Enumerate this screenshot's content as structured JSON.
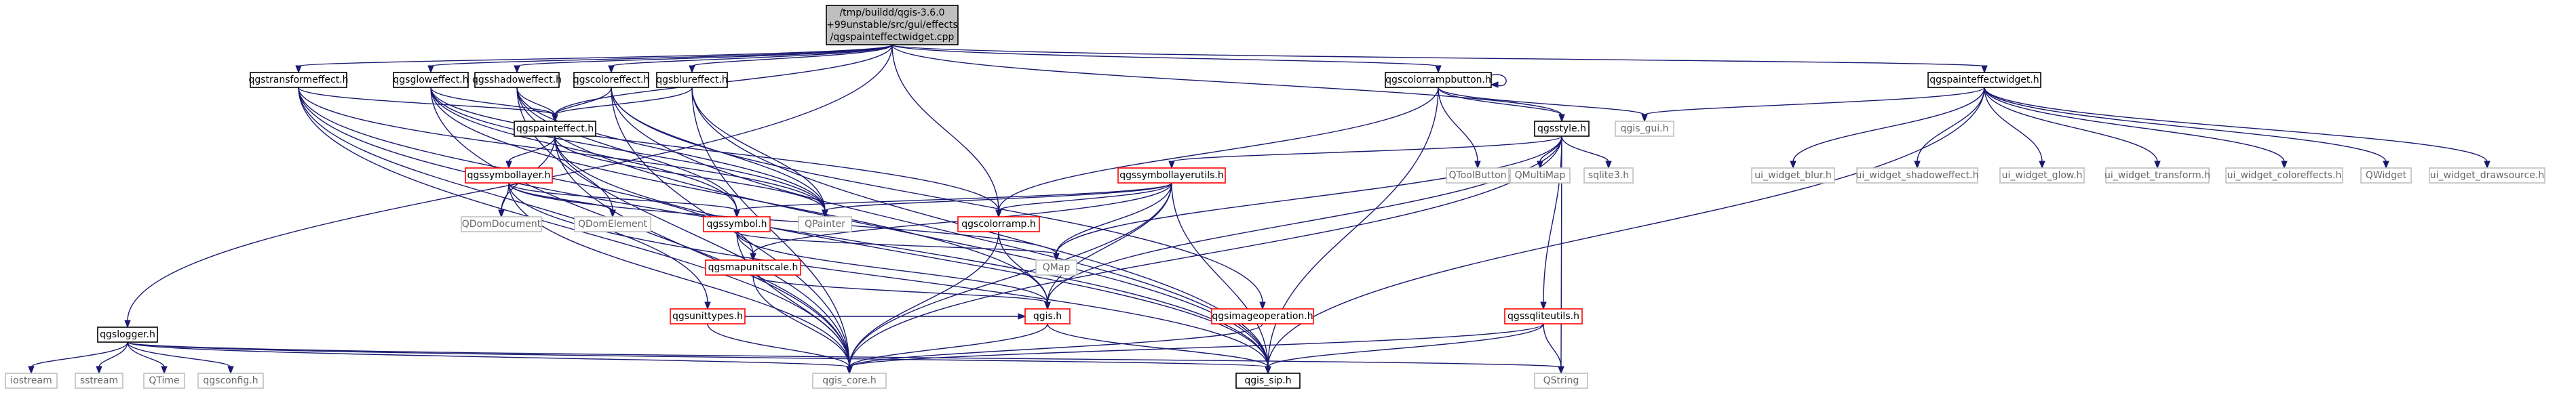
{
  "graph": {
    "colors": {
      "edge": "#191970",
      "normal_border": "#000000",
      "incomplete_border": "#ff0000",
      "system_border": "#bfbfbf",
      "system_text": "#666666",
      "root_fill": "#bfbfbf",
      "node_fill": "#ffffff"
    },
    "nodes": [
      {
        "id": "root",
        "kind": "root",
        "lines": [
          "/tmp/buildd/qgis-3.6.0",
          "+99unstable/src/gui/effects",
          "/qgspainteffectwidget.cpp"
        ]
      },
      {
        "id": "qgslogger",
        "kind": "normal",
        "lines": [
          "qgslogger.h"
        ]
      },
      {
        "id": "qgstransformeffect",
        "kind": "normal",
        "lines": [
          "qgstransformeffect.h"
        ]
      },
      {
        "id": "qgsgloweffect",
        "kind": "normal",
        "lines": [
          "qgsgloweffect.h"
        ]
      },
      {
        "id": "qgsshadoweffect",
        "kind": "normal",
        "lines": [
          "qgsshadoweffect.h"
        ]
      },
      {
        "id": "qgscoloreffect",
        "kind": "normal",
        "lines": [
          "qgscoloreffect.h"
        ]
      },
      {
        "id": "qgsblureffect",
        "kind": "normal",
        "lines": [
          "qgsblureffect.h"
        ]
      },
      {
        "id": "qgscolorrampbutton",
        "kind": "normal",
        "lines": [
          "qgscolorrampbutton.h"
        ]
      },
      {
        "id": "qgspainteffectwidget",
        "kind": "normal",
        "lines": [
          "qgspainteffectwidget.h"
        ]
      },
      {
        "id": "qgspainteffect",
        "kind": "normal",
        "lines": [
          "qgspainteffect.h"
        ]
      },
      {
        "id": "qgsstyle",
        "kind": "normal",
        "lines": [
          "qgsstyle.h"
        ]
      },
      {
        "id": "qgs_gui",
        "kind": "system",
        "lines": [
          "qgis_gui.h"
        ]
      },
      {
        "id": "qtoolbutton",
        "kind": "system",
        "lines": [
          "QToolButton"
        ]
      },
      {
        "id": "ui_blur",
        "kind": "system",
        "lines": [
          "ui_widget_blur.h"
        ]
      },
      {
        "id": "ui_shadow",
        "kind": "system",
        "lines": [
          "ui_widget_shadoweffect.h"
        ]
      },
      {
        "id": "ui_glow",
        "kind": "system",
        "lines": [
          "ui_widget_glow.h"
        ]
      },
      {
        "id": "ui_transform",
        "kind": "system",
        "lines": [
          "ui_widget_transform.h"
        ]
      },
      {
        "id": "ui_color",
        "kind": "system",
        "lines": [
          "ui_widget_coloreffects.h"
        ]
      },
      {
        "id": "qwidget",
        "kind": "system",
        "lines": [
          "QWidget"
        ]
      },
      {
        "id": "ui_draw",
        "kind": "system",
        "lines": [
          "ui_widget_drawsource.h"
        ]
      },
      {
        "id": "qgssymbollayer",
        "kind": "incomplete",
        "lines": [
          "qgssymbollayer.h"
        ]
      },
      {
        "id": "qgssymbollayerutils",
        "kind": "incomplete",
        "lines": [
          "qgssymbollayerutils.h"
        ]
      },
      {
        "id": "qmultimap",
        "kind": "system",
        "lines": [
          "QMultiMap"
        ]
      },
      {
        "id": "sqlite3",
        "kind": "system",
        "lines": [
          "sqlite3.h"
        ]
      },
      {
        "id": "qpainter",
        "kind": "system",
        "lines": [
          "QPainter"
        ]
      },
      {
        "id": "qdomdocument",
        "kind": "system",
        "lines": [
          "QDomDocument"
        ]
      },
      {
        "id": "qdomelement",
        "kind": "system",
        "lines": [
          "QDomElement"
        ]
      },
      {
        "id": "qgssymbol",
        "kind": "incomplete",
        "lines": [
          "qgssymbol.h"
        ]
      },
      {
        "id": "qgscolorramp",
        "kind": "incomplete",
        "lines": [
          "qgscolorramp.h"
        ]
      },
      {
        "id": "qmap",
        "kind": "system",
        "lines": [
          "QMap"
        ]
      },
      {
        "id": "qgsmapunitscale",
        "kind": "incomplete",
        "lines": [
          "qgsmapunitscale.h"
        ]
      },
      {
        "id": "qgsunittypes",
        "kind": "incomplete",
        "lines": [
          "qgsunittypes.h"
        ]
      },
      {
        "id": "qgis",
        "kind": "incomplete",
        "lines": [
          "qgis.h"
        ]
      },
      {
        "id": "qgsimageoperation",
        "kind": "incomplete",
        "lines": [
          "qgsimageoperation.h"
        ]
      },
      {
        "id": "qgssqliteutils",
        "kind": "incomplete",
        "lines": [
          "qgssqliteutils.h"
        ]
      },
      {
        "id": "iostream",
        "kind": "system",
        "lines": [
          "iostream"
        ]
      },
      {
        "id": "sstream",
        "kind": "system",
        "lines": [
          "sstream"
        ]
      },
      {
        "id": "qtime",
        "kind": "system",
        "lines": [
          "QTime"
        ]
      },
      {
        "id": "qgsconfig",
        "kind": "system",
        "lines": [
          "qgsconfig.h"
        ]
      },
      {
        "id": "qgis_core",
        "kind": "system",
        "lines": [
          "qgis_core.h"
        ]
      },
      {
        "id": "qgis_sip",
        "kind": "normal",
        "lines": [
          "qgis_sip.h"
        ]
      },
      {
        "id": "qstring",
        "kind": "system",
        "lines": [
          "QString"
        ]
      }
    ],
    "edges": [
      [
        "root",
        "qgslogger"
      ],
      [
        "root",
        "qgstransformeffect"
      ],
      [
        "root",
        "qgsgloweffect"
      ],
      [
        "root",
        "qgsshadoweffect"
      ],
      [
        "root",
        "qgscoloreffect"
      ],
      [
        "root",
        "qgsblureffect"
      ],
      [
        "root",
        "qgscolorrampbutton"
      ],
      [
        "root",
        "qgspainteffectwidget"
      ],
      [
        "root",
        "qgspainteffect"
      ],
      [
        "root",
        "qgsstyle"
      ],
      [
        "root",
        "qgscolorramp"
      ],
      [
        "qgslogger",
        "iostream"
      ],
      [
        "qgslogger",
        "sstream"
      ],
      [
        "qgslogger",
        "qtime"
      ],
      [
        "qgslogger",
        "qgsconfig"
      ],
      [
        "qgslogger",
        "qgis_core"
      ],
      [
        "qgslogger",
        "qgis_sip"
      ],
      [
        "qgslogger",
        "qstring"
      ],
      [
        "qgstransformeffect",
        "qgspainteffect"
      ],
      [
        "qgstransformeffect",
        "qgis_core"
      ],
      [
        "qgstransformeffect",
        "qgis_sip"
      ],
      [
        "qgstransformeffect",
        "qpainter"
      ],
      [
        "qgstransformeffect",
        "qgsmapunitscale"
      ],
      [
        "qgstransformeffect",
        "qgsunittypes"
      ],
      [
        "qgsgloweffect",
        "qgspainteffect"
      ],
      [
        "qgsgloweffect",
        "qgis_core"
      ],
      [
        "qgsgloweffect",
        "qpainter"
      ],
      [
        "qgsgloweffect",
        "qgssymbol"
      ],
      [
        "qgsgloweffect",
        "qgscolorramp"
      ],
      [
        "qgsgloweffect",
        "qgis"
      ],
      [
        "qgsshadoweffect",
        "qgspainteffect"
      ],
      [
        "qgsshadoweffect",
        "qgis_core"
      ],
      [
        "qgsshadoweffect",
        "qpainter"
      ],
      [
        "qgsshadoweffect",
        "qgssymbol"
      ],
      [
        "qgsshadoweffect",
        "qgis_sip"
      ],
      [
        "qgscoloreffect",
        "qgspainteffect"
      ],
      [
        "qgscoloreffect",
        "qgis_core"
      ],
      [
        "qgscoloreffect",
        "qpainter"
      ],
      [
        "qgscoloreffect",
        "qgsimageoperation"
      ],
      [
        "qgscoloreffect",
        "qgis_sip"
      ],
      [
        "qgsblureffect",
        "qgspainteffect"
      ],
      [
        "qgsblureffect",
        "qgis_core"
      ],
      [
        "qgsblureffect",
        "qpainter"
      ],
      [
        "qgsblureffect",
        "qgis_sip"
      ],
      [
        "qgscolorrampbutton",
        "qgscolorrampbutton"
      ],
      [
        "qgscolorrampbutton",
        "qgs_gui"
      ],
      [
        "qgscolorrampbutton",
        "qtoolbutton"
      ],
      [
        "qgscolorrampbutton",
        "qgsstyle"
      ],
      [
        "qgscolorrampbutton",
        "qgscolorramp"
      ],
      [
        "qgscolorrampbutton",
        "qgis_sip"
      ],
      [
        "qgspainteffectwidget",
        "qgs_gui"
      ],
      [
        "qgspainteffectwidget",
        "ui_blur"
      ],
      [
        "qgspainteffectwidget",
        "ui_shadow"
      ],
      [
        "qgspainteffectwidget",
        "ui_glow"
      ],
      [
        "qgspainteffectwidget",
        "ui_transform"
      ],
      [
        "qgspainteffectwidget",
        "ui_color"
      ],
      [
        "qgspainteffectwidget",
        "qwidget"
      ],
      [
        "qgspainteffectwidget",
        "ui_draw"
      ],
      [
        "qgspainteffectwidget",
        "qgis_sip"
      ],
      [
        "qgspainteffect",
        "qgssymbollayer"
      ],
      [
        "qgspainteffect",
        "qgis_core"
      ],
      [
        "qgspainteffect",
        "qpainter"
      ],
      [
        "qgspainteffect",
        "qdomdocument"
      ],
      [
        "qgspainteffect",
        "qdomelement"
      ],
      [
        "qgspainteffect",
        "qgis_sip"
      ],
      [
        "qgsstyle",
        "qgssymbollayerutils"
      ],
      [
        "qgsstyle",
        "qmultimap"
      ],
      [
        "qgsstyle",
        "sqlite3"
      ],
      [
        "qgsstyle",
        "qgssqliteutils"
      ],
      [
        "qgsstyle",
        "qgis_core"
      ],
      [
        "qgsstyle",
        "qgis"
      ],
      [
        "qgsstyle",
        "qmap"
      ],
      [
        "qgsstyle",
        "qstring"
      ],
      [
        "qgssymbollayer",
        "qgis_core"
      ],
      [
        "qgssymbollayer",
        "qdomdocument"
      ],
      [
        "qgssymbollayer",
        "qdomelement"
      ],
      [
        "qgssymbollayer",
        "qgssymbol"
      ],
      [
        "qgssymbollayer",
        "qmap"
      ],
      [
        "qgssymbollayer",
        "qgis_sip"
      ],
      [
        "qgssymbollayerutils",
        "qpainter"
      ],
      [
        "qgssymbollayerutils",
        "qgssymbol"
      ],
      [
        "qgssymbollayerutils",
        "qgscolorramp"
      ],
      [
        "qgssymbollayerutils",
        "qmap"
      ],
      [
        "qgssymbollayerutils",
        "qgis"
      ],
      [
        "qgssymbollayerutils",
        "qgis_core"
      ],
      [
        "qgssymbollayerutils",
        "qgis_sip"
      ],
      [
        "qgssymbollayerutils",
        "qgsmapunitscale"
      ],
      [
        "qgssymbol",
        "qgis_core"
      ],
      [
        "qgssymbol",
        "qmap"
      ],
      [
        "qgssymbol",
        "qgsmapunitscale"
      ],
      [
        "qgssymbol",
        "qgis"
      ],
      [
        "qgscolorramp",
        "qgis_core"
      ],
      [
        "qgscolorramp",
        "qgis"
      ],
      [
        "qgsmapunitscale",
        "qgis_core"
      ],
      [
        "qgsmapunitscale",
        "qgis"
      ],
      [
        "qgsunittypes",
        "qgis_core"
      ],
      [
        "qgsunittypes",
        "qgis"
      ],
      [
        "qgis",
        "qgis_core"
      ],
      [
        "qgis",
        "qgis_sip"
      ],
      [
        "qgsimageoperation",
        "qgis_core"
      ],
      [
        "qgssqliteutils",
        "qgis_core"
      ],
      [
        "qgssqliteutils",
        "qgis_sip"
      ],
      [
        "qgssqliteutils",
        "qstring"
      ]
    ]
  }
}
